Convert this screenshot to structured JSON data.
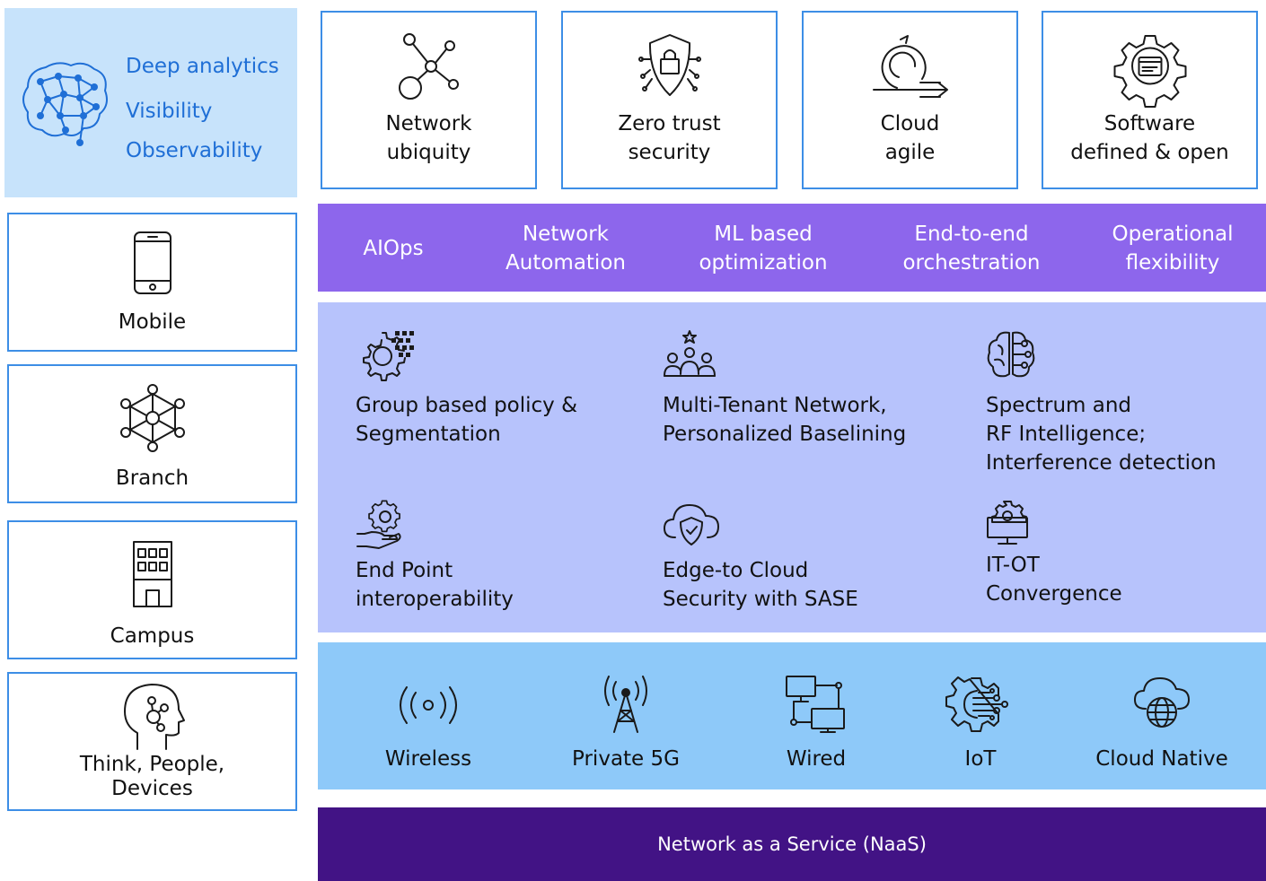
{
  "analytics": {
    "items": [
      "Deep analytics",
      "Visibility",
      "Observability"
    ]
  },
  "pillars": [
    {
      "label": "Network\nubiquity",
      "icon": "network-nodes-icon"
    },
    {
      "label": "Zero trust\nsecurity",
      "icon": "shield-lock-icon"
    },
    {
      "label": "Cloud\nagile",
      "icon": "agile-cycle-icon"
    },
    {
      "label": "Software\ndefined & open",
      "icon": "gear-window-icon"
    }
  ],
  "sidebar": [
    {
      "label": "Mobile",
      "icon": "mobile-phone-icon"
    },
    {
      "label": "Branch",
      "icon": "branch-network-icon"
    },
    {
      "label": "Campus",
      "icon": "building-icon"
    },
    {
      "label": "Think, People,\nDevices",
      "icon": "head-network-icon"
    }
  ],
  "ops": [
    "AIOps",
    "Network\nAutomation",
    "ML based\noptimization",
    "End-to-end\norchestration",
    "Operational\nflexibility"
  ],
  "features": [
    {
      "label": "Group based policy &\nSegmentation",
      "icon": "gear-grid-icon"
    },
    {
      "label": "Multi-Tenant Network,\nPersonalized Baselining",
      "icon": "people-star-icon"
    },
    {
      "label": "Spectrum and\nRF Intelligence;\nInterference detection",
      "icon": "brain-circuit-icon"
    },
    {
      "label": "End Point\ninteroperability",
      "icon": "hand-gear-icon"
    },
    {
      "label": "Edge-to Cloud\nSecurity with SASE",
      "icon": "cloud-shield-icon"
    },
    {
      "label": "IT-OT\nConvergence",
      "icon": "monitor-gear-icon"
    }
  ],
  "access": [
    {
      "label": "Wireless",
      "icon": "wireless-icon"
    },
    {
      "label": "Private 5G",
      "icon": "antenna-icon"
    },
    {
      "label": "Wired",
      "icon": "wired-monitors-icon"
    },
    {
      "label": "IoT",
      "icon": "iot-chip-icon"
    },
    {
      "label": "Cloud Native",
      "icon": "cloud-globe-icon"
    }
  ],
  "naas": {
    "label": "Network as a Service (NaaS)"
  },
  "colors": {
    "analytics_bg": "#c7e3fb",
    "analytics_text": "#1f6fd6",
    "border": "#3d8ee6",
    "ops_bg": "#8d66ec",
    "features_bg": "#b7c3fc",
    "access_bg": "#8ec9f9",
    "naas_bg": "#421385"
  }
}
